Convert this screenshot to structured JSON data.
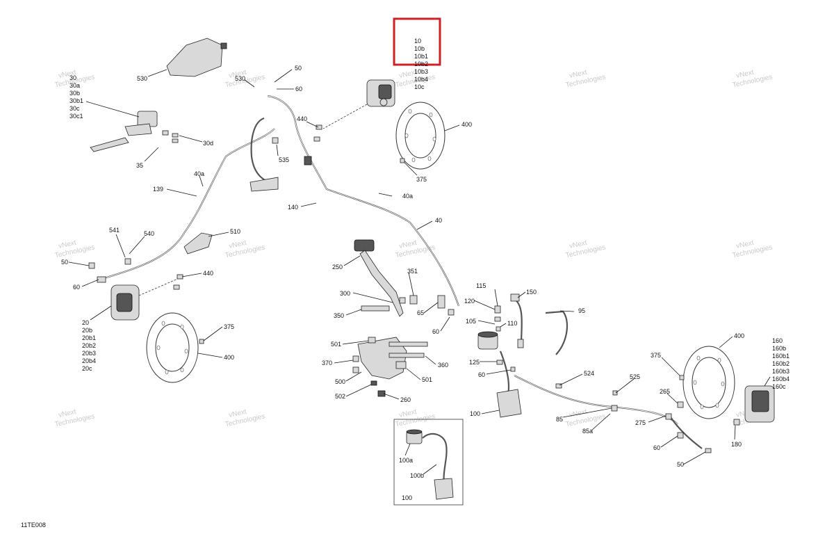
{
  "diagram_code": "11TE008",
  "watermark": {
    "line1": "vNext",
    "line2": "Technologies"
  },
  "highlight_box_labels": [
    "10",
    "10b",
    "10b1",
    "10b2",
    "10b3",
    "10b4",
    "10c"
  ],
  "labels": {
    "l530": "530",
    "l50a": "50",
    "l530b": "530",
    "l60a": "60",
    "l30": "30",
    "l30a": "30a",
    "l30b": "30b",
    "l30b1": "30b1",
    "l30c": "30c",
    "l30c1": "30c1",
    "l30d": "30d",
    "l35": "35",
    "l535": "535",
    "l440a": "440",
    "l400a": "400",
    "l375a": "375",
    "l40a": "40a",
    "l139": "139",
    "l40a2": "40a",
    "l140": "140",
    "l40": "40",
    "l541": "541",
    "l540": "540",
    "l510": "510",
    "l50b": "50",
    "l60b": "60",
    "l440b": "440",
    "l20": "20",
    "l20b": "20b",
    "l20b1": "20b1",
    "l20b2": "20b2",
    "l20b3": "20b3",
    "l20b4": "20b4",
    "l20c": "20c",
    "l375b": "375",
    "l400b": "400",
    "l250": "250",
    "l351": "351",
    "l300": "300",
    "l350": "350",
    "l65": "65",
    "l60c": "60",
    "l501a": "501",
    "l370": "370",
    "l360": "360",
    "l500": "500",
    "l501b": "501",
    "l502": "502",
    "l260": "260",
    "l115": "115",
    "l150": "150",
    "l120": "120",
    "l105": "105",
    "l110": "110",
    "l95": "95",
    "l125": "125",
    "l60d": "60",
    "l524": "524",
    "l525": "525",
    "l100": "100",
    "l85": "85",
    "l85a": "85a",
    "l265": "265",
    "l275": "275",
    "l60e": "60",
    "l50c": "50",
    "l375c": "375",
    "l400c": "400",
    "l180": "180",
    "l160": "160",
    "l160b": "160b",
    "l160b1": "160b1",
    "l160b2": "160b2",
    "l160b3": "160b3",
    "l160b4": "160b4",
    "l160c": "160c",
    "l100a": "100a",
    "l100b": "100b",
    "l100c": "100"
  }
}
